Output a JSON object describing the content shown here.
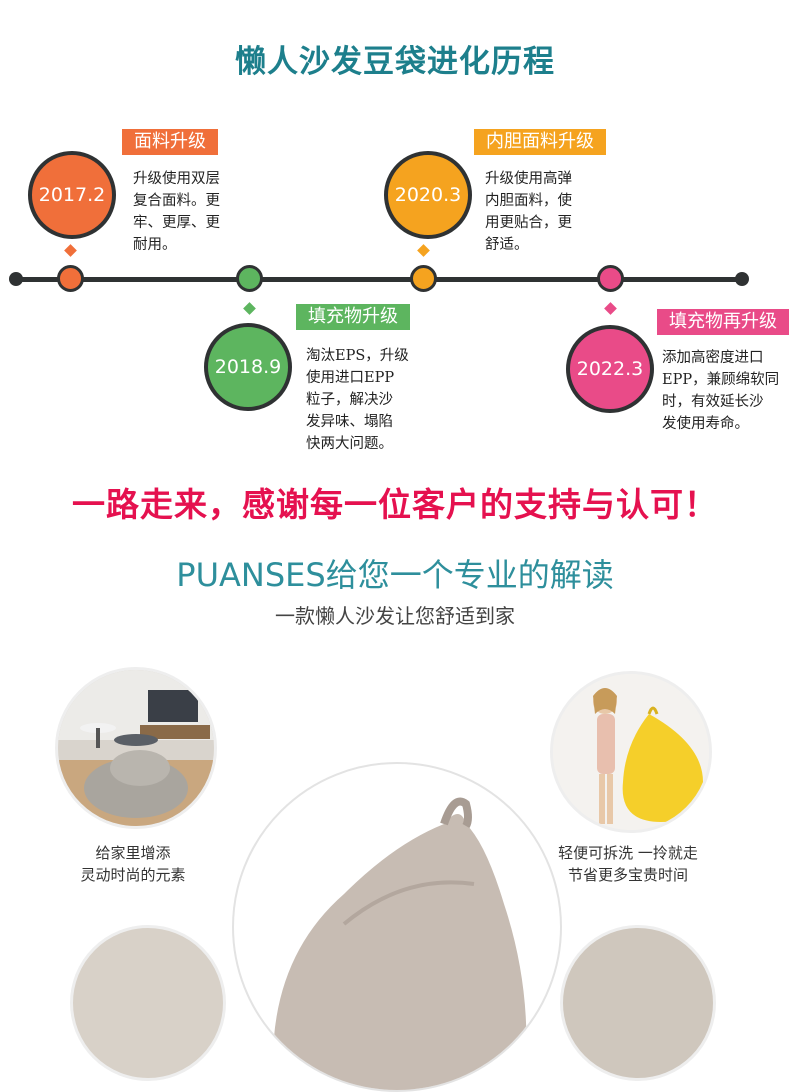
{
  "header": {
    "title": "懒人沙发豆袋进化历程"
  },
  "timeline": {
    "events": [
      {
        "date": "2017.2",
        "label": "面料升级",
        "color": "#f06f3a",
        "desc": [
          "升级使用双层",
          "复合面料。更",
          "牢、更厚、更",
          "耐用。"
        ]
      },
      {
        "date": "2018.9",
        "label": "填充物升级",
        "color": "#5db55f",
        "desc": [
          "淘汰EPS，升级",
          "使用进口EPP",
          "粒子，解决沙",
          "发异味、塌陷",
          "快两大问题。"
        ]
      },
      {
        "date": "2020.3",
        "label": "内胆面料升级",
        "color": "#f5a31f",
        "desc": [
          "升级使用高弹",
          "内胆面料，使",
          "用更贴合，更",
          "舒适。"
        ]
      },
      {
        "date": "2022.3",
        "label": "填充物再升级",
        "color": "#e94b88",
        "desc": [
          "添加高密度进口",
          "EPP，兼顾绵软同",
          "时，有效延长沙",
          "发使用寿命。"
        ]
      }
    ]
  },
  "thanks": "一路走来，感谢每一位客户的支持与认可！",
  "intro": {
    "title": "PUANSES给您一个专业的解读",
    "subtitle": "一款懒人沙发让您舒适到家"
  },
  "features": {
    "left": [
      "给家里增添",
      "灵动时尚的元素"
    ],
    "right": [
      "轻便可拆洗 一拎就走",
      "节省更多宝贵时间"
    ]
  }
}
